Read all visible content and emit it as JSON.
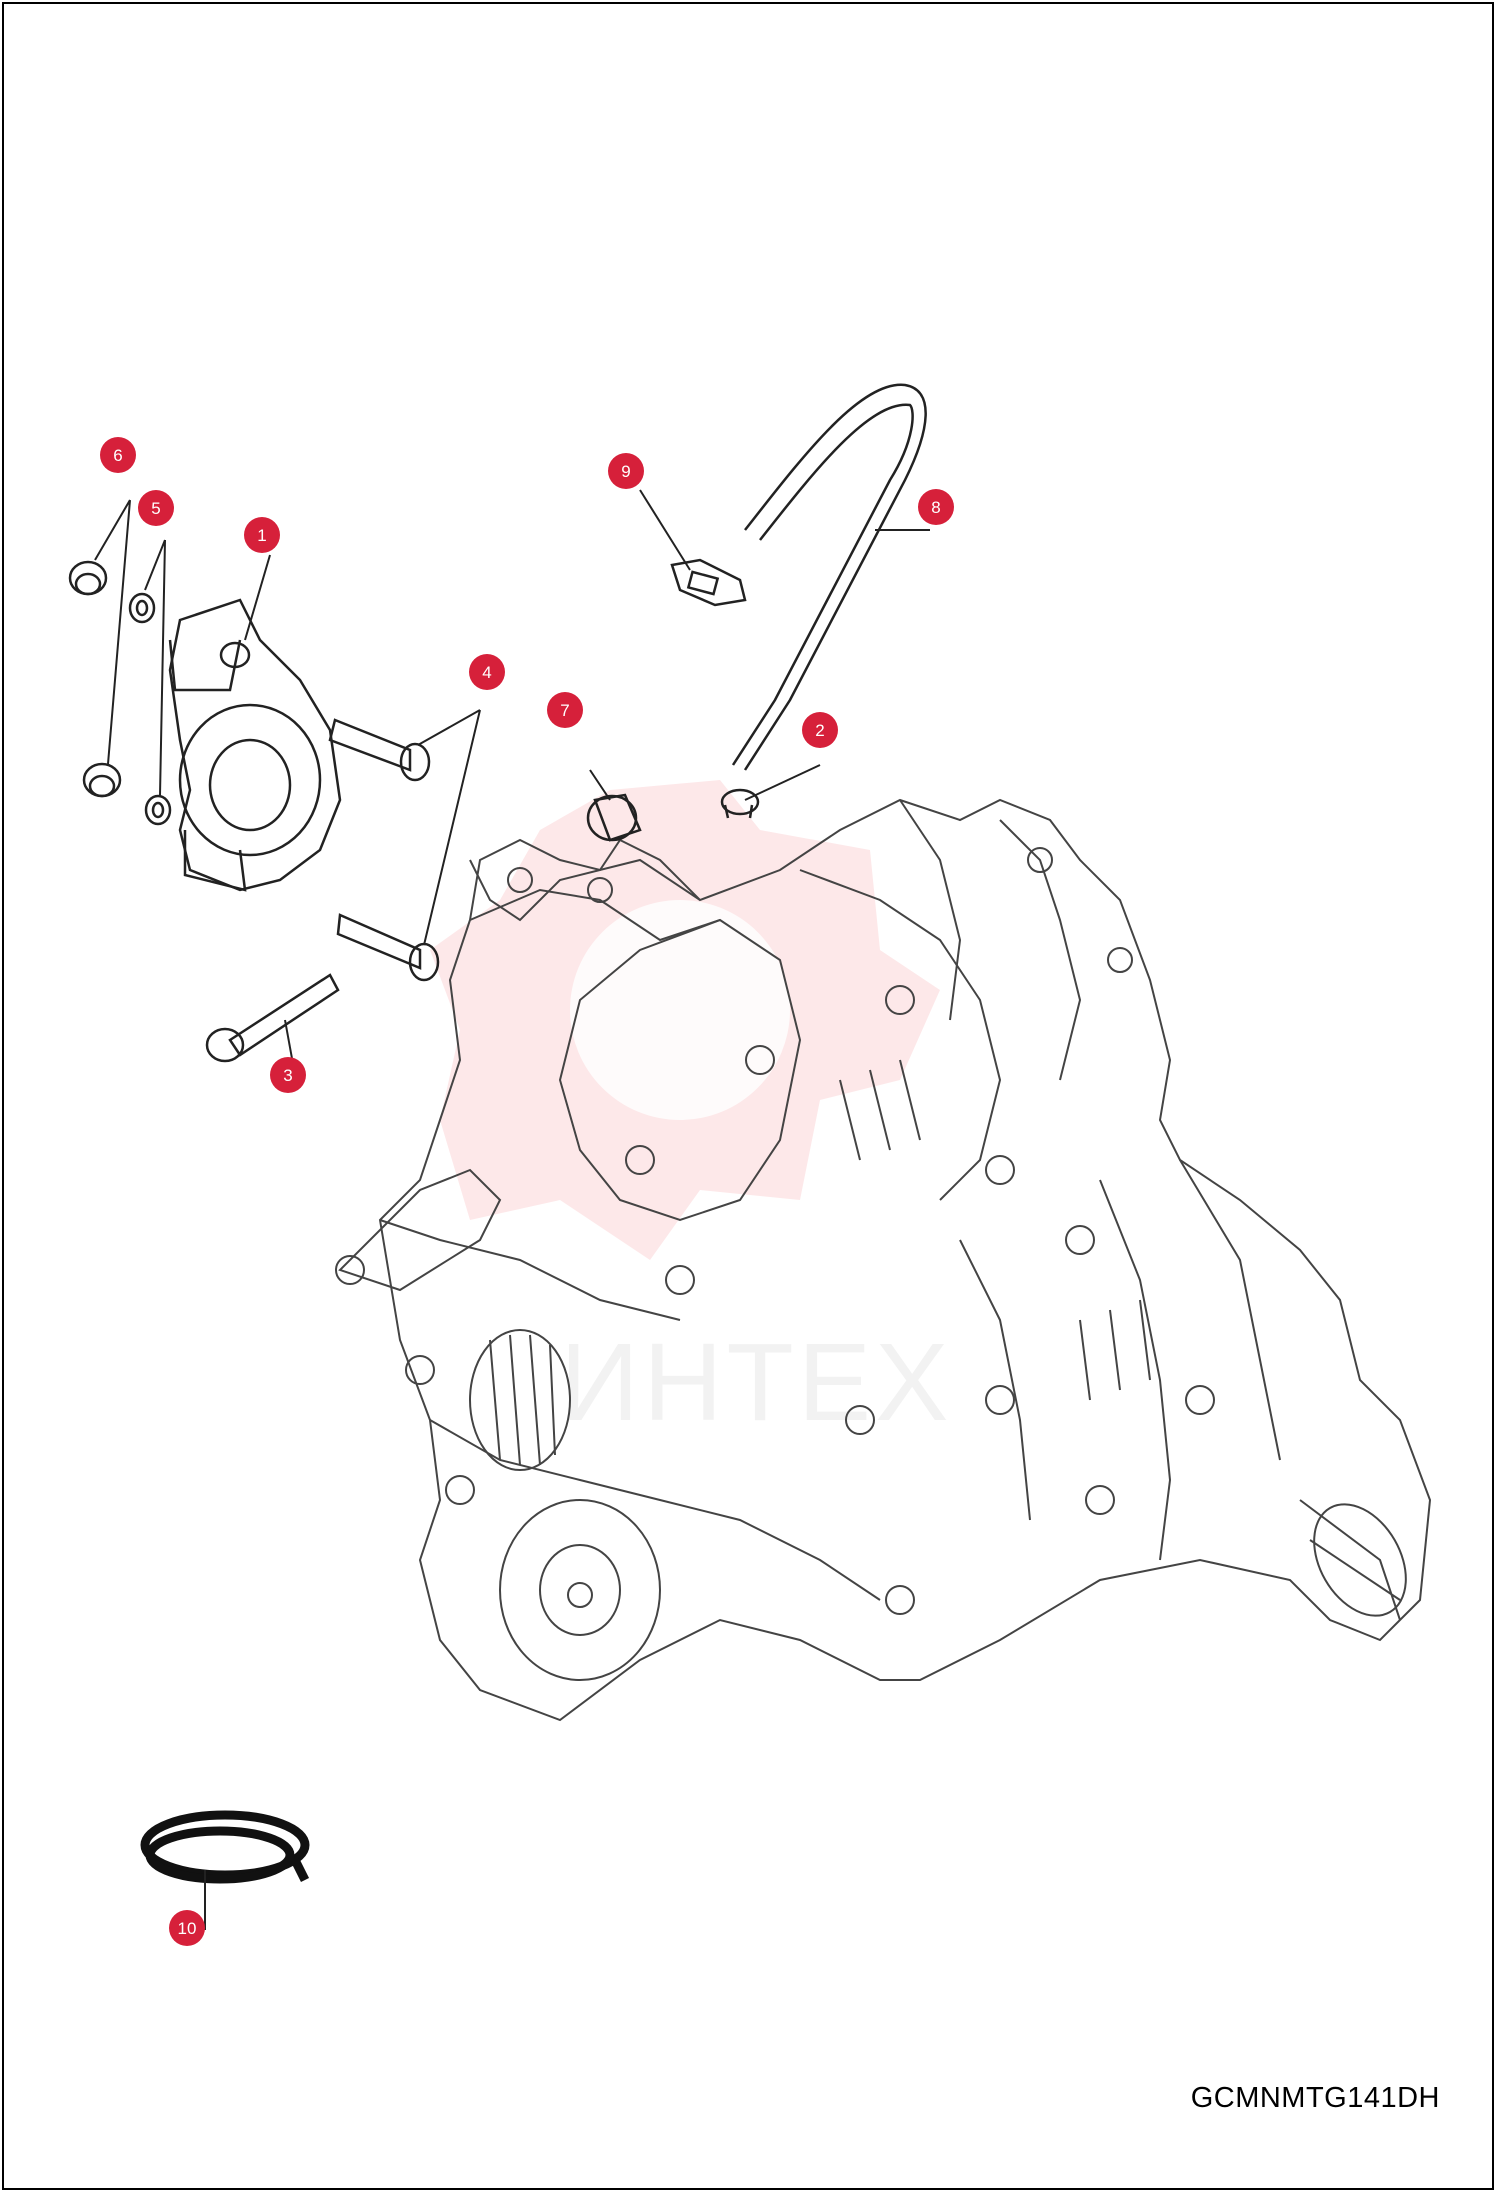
{
  "diagram": {
    "reference_code": "GCMNMTG141DH",
    "watermark_text": "ИНТЕХ",
    "callout_color": "#d6203a",
    "callouts": [
      {
        "id": "1",
        "part": "transfer-case-motor"
      },
      {
        "id": "2",
        "part": "hose-clamp"
      },
      {
        "id": "3",
        "part": "flange-bolt-long"
      },
      {
        "id": "4",
        "part": "flange-bolt"
      },
      {
        "id": "5",
        "part": "washer"
      },
      {
        "id": "6",
        "part": "flange-nut"
      },
      {
        "id": "7",
        "part": "spacer-nut"
      },
      {
        "id": "8",
        "part": "vent-hose"
      },
      {
        "id": "9",
        "part": "hose-retainer-clip"
      },
      {
        "id": "10",
        "part": "sealant-bead"
      }
    ]
  }
}
